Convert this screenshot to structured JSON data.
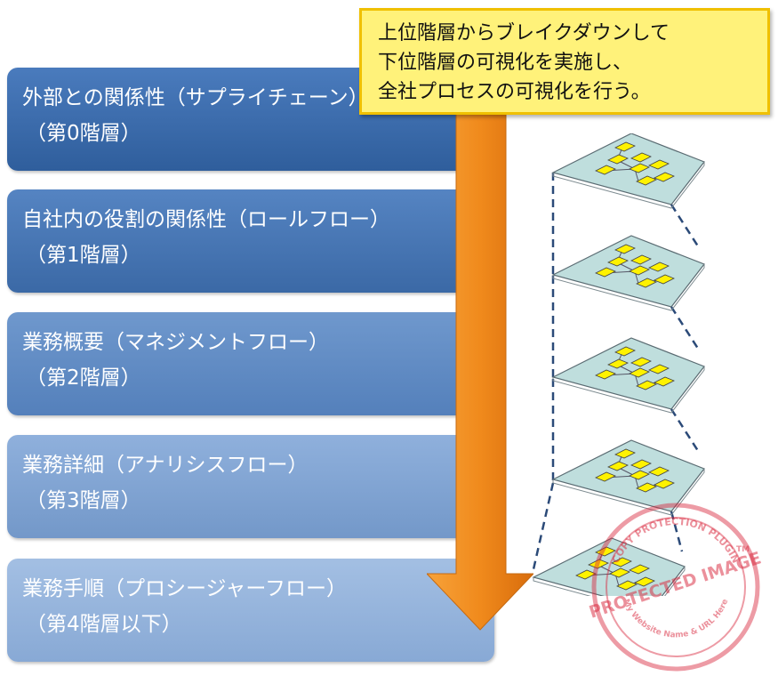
{
  "levels": [
    {
      "title": "外部との関係性（サプライチェーン）",
      "sub": "（第0階層）"
    },
    {
      "title": "自社内の役割の関係性（ロールフロー）",
      "sub": "（第1階層）"
    },
    {
      "title": "業務概要（マネジメントフロー）",
      "sub": "（第2階層）"
    },
    {
      "title": "業務詳細（アナリシスフロー）",
      "sub": "（第3階層）"
    },
    {
      "title": "業務手順（プロシージャーフロー）",
      "sub": "（第4階層以下）"
    }
  ],
  "callout": {
    "lines": [
      "上位階層からブレイクダウンして",
      "下位階層の可視化を実施し、",
      "全社プロセスの可視化を行う。"
    ]
  },
  "watermark": {
    "arc_top": "COPY PROTECTION PLUGIN",
    "main": "PROTECTED IMAGE",
    "arc_bottom": "My Website Name & URL Here",
    "tm": "TM"
  },
  "colors": {
    "arrow": "#f08a1c",
    "callout_fill": "#fff27a",
    "callout_border": "#f0c000",
    "layer_fill": "#bfdedd",
    "node_fill": "#fff200",
    "stamp": "#d9243a"
  }
}
